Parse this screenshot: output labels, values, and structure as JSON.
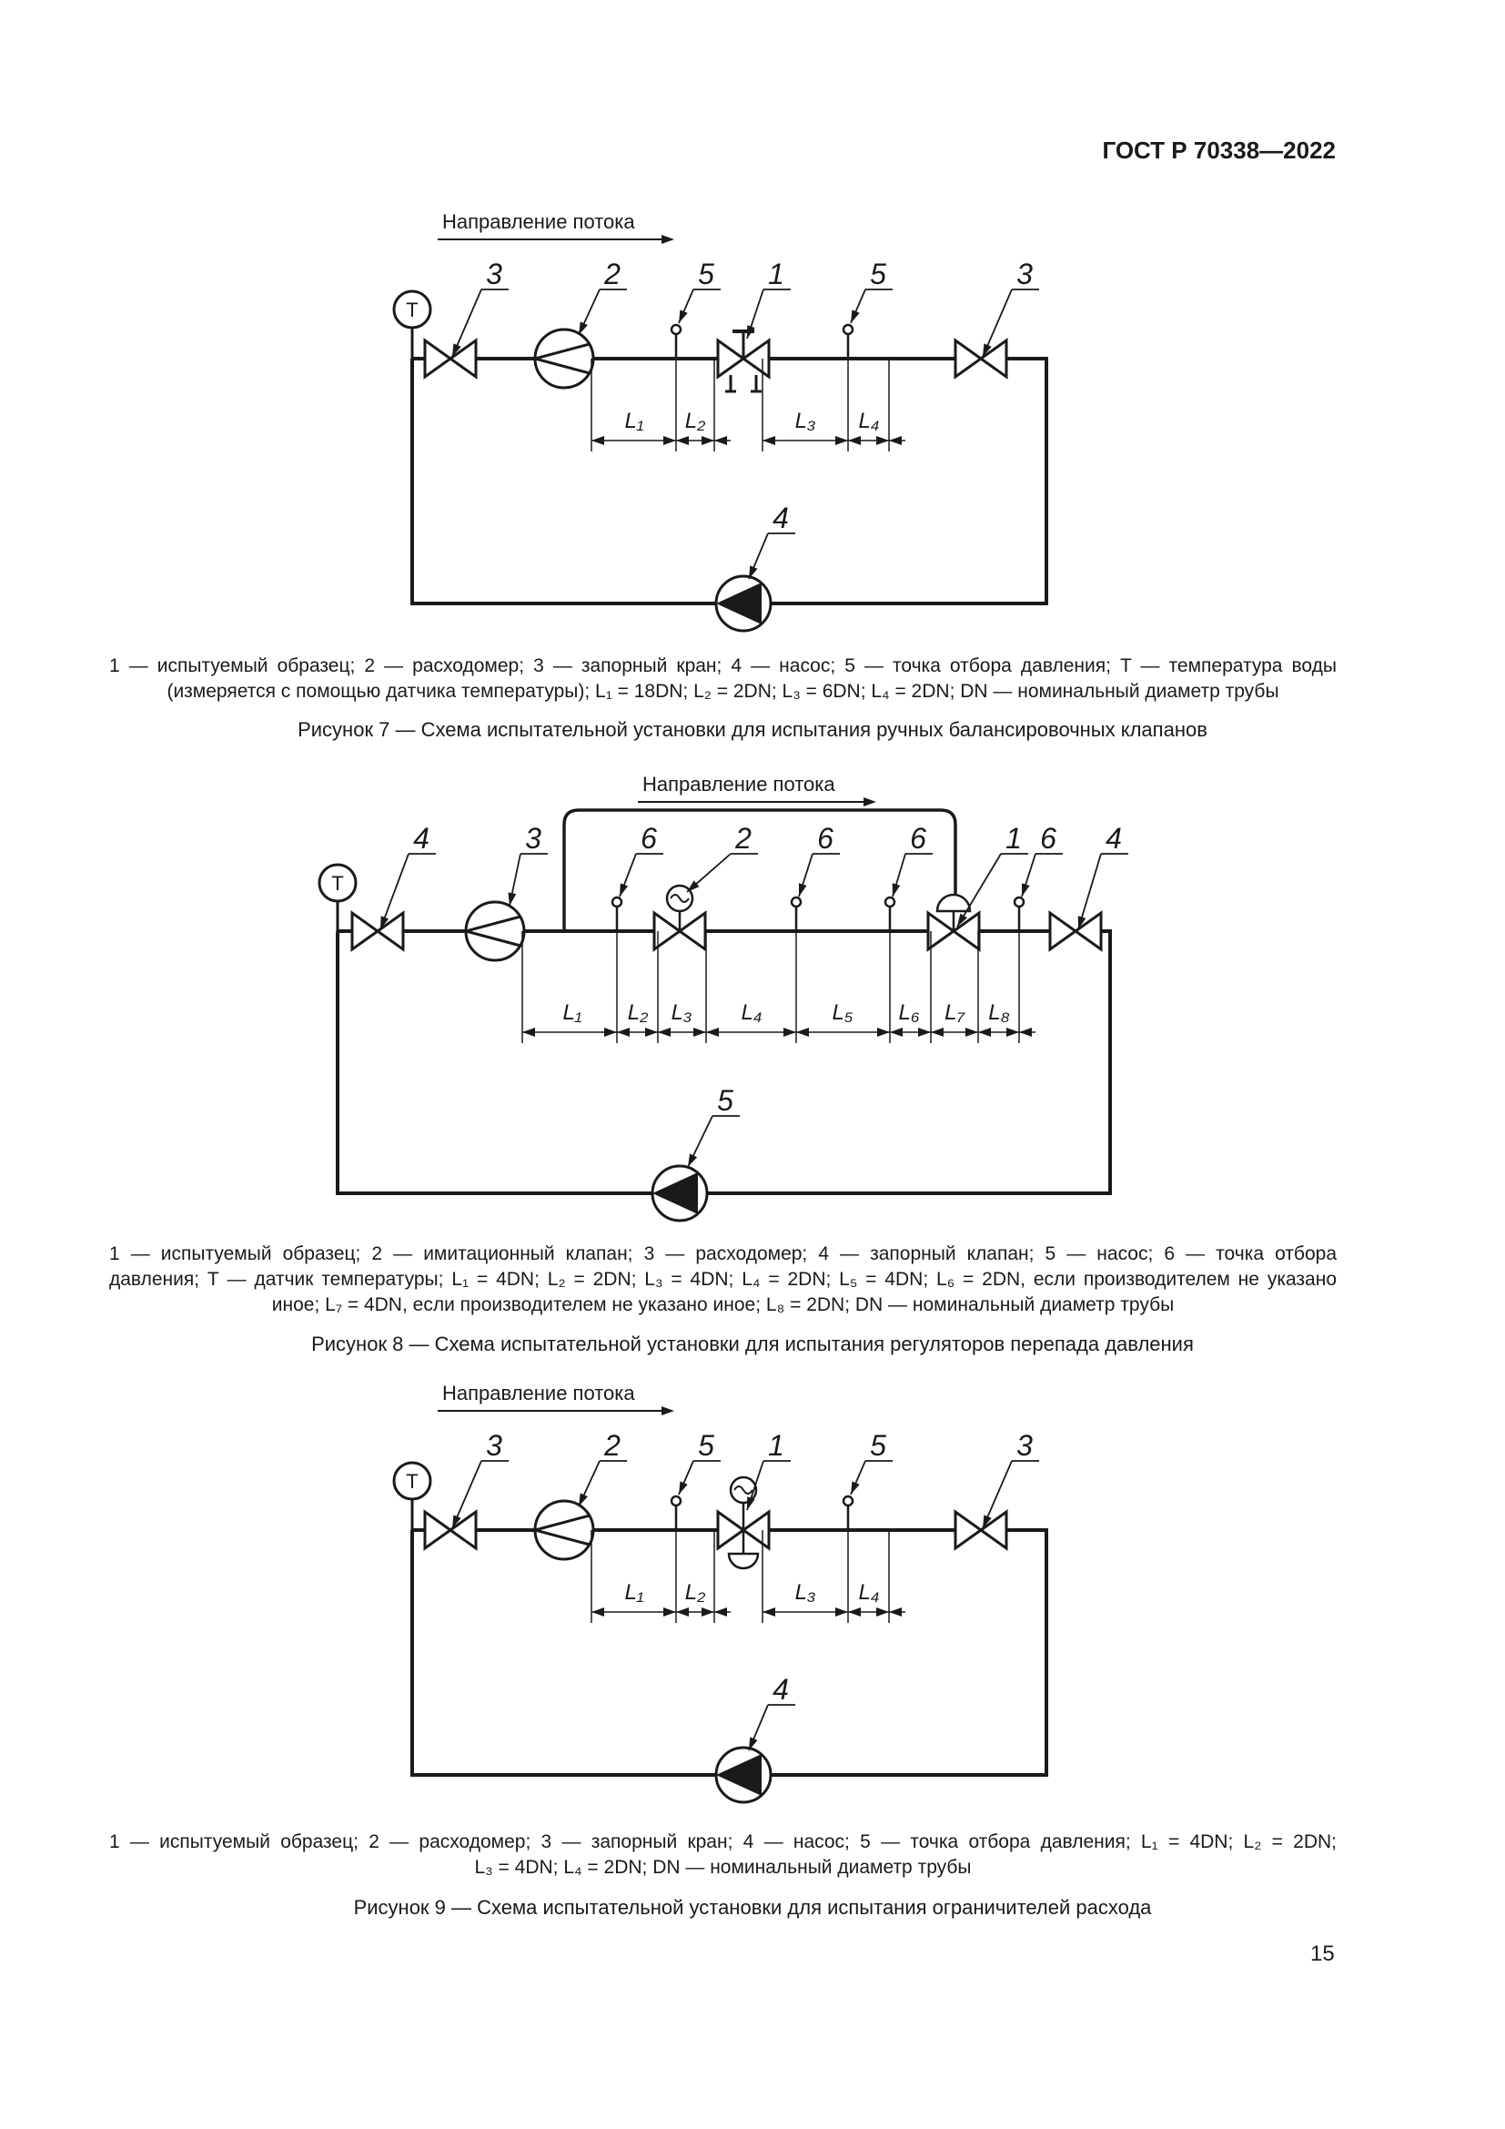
{
  "header": {
    "doc_id": "ГОСТ Р 70338—2022"
  },
  "figures": [
    {
      "flow_label": "Направление потока",
      "temp_symbol": "T",
      "callouts": [
        "3",
        "2",
        "5",
        "1",
        "5",
        "3",
        "4"
      ],
      "dims": [
        "L₁",
        "L₂",
        "L₃",
        "L₄"
      ],
      "legend": [
        "1 — испытуемый образец; 2 — расходомер; 3 — запорный кран; 4 — насос; 5 — точка отбора давления; T — температура воды",
        "(измеряется с помощью датчика температуры); L₁ = 18DN; L₂ = 2DN; L₃ = 6DN; L₄ = 2DN; DN — номинальный диаметр трубы"
      ],
      "caption": "Рисунок 7 — Схема испытательной установки для испытания ручных балансировочных клапанов"
    },
    {
      "flow_label": "Направление потока",
      "temp_symbol": "T",
      "callouts": [
        "4",
        "3",
        "6",
        "2",
        "6",
        "6",
        "1",
        "6",
        "4",
        "5"
      ],
      "dims": [
        "L₁",
        "L₂",
        "L₃",
        "L₄",
        "L₅",
        "L₆",
        "L₇",
        "L₈"
      ],
      "legend": [
        "1 — испытуемый образец; 2 — имитационный клапан; 3 — расходомер; 4 — запорный клапан; 5 — насос; 6 — точка отбора",
        "давления; Т — датчик температуры; L₁ = 4DN; L₂ = 2DN; L₃ = 4DN; L₄ = 2DN; L₅ = 4DN; L₆ = 2DN, если производителем не указано",
        "иное; L₇ = 4DN, если производителем не указано иное; L₈ = 2DN; DN — номинальный диаметр трубы"
      ],
      "caption": "Рисунок 8 — Схема испытательной установки для испытания регуляторов перепада давления"
    },
    {
      "flow_label": "Направление потока",
      "temp_symbol": "T",
      "callouts": [
        "3",
        "2",
        "5",
        "1",
        "5",
        "3",
        "4"
      ],
      "dims": [
        "L₁",
        "L₂",
        "L₃",
        "L₄"
      ],
      "legend": [
        "1 — испытуемый образец; 2 — расходомер; 3 — запорный кран; 4 — насос; 5 — точка отбора давления; L₁ = 4DN; L₂ = 2DN;",
        "L₃ = 4DN; L₄ = 2DN; DN — номинальный диаметр трубы"
      ],
      "caption": "Рисунок 9 — Схема испытательной установки для испытания ограничителей расхода"
    }
  ],
  "page_number": "15"
}
